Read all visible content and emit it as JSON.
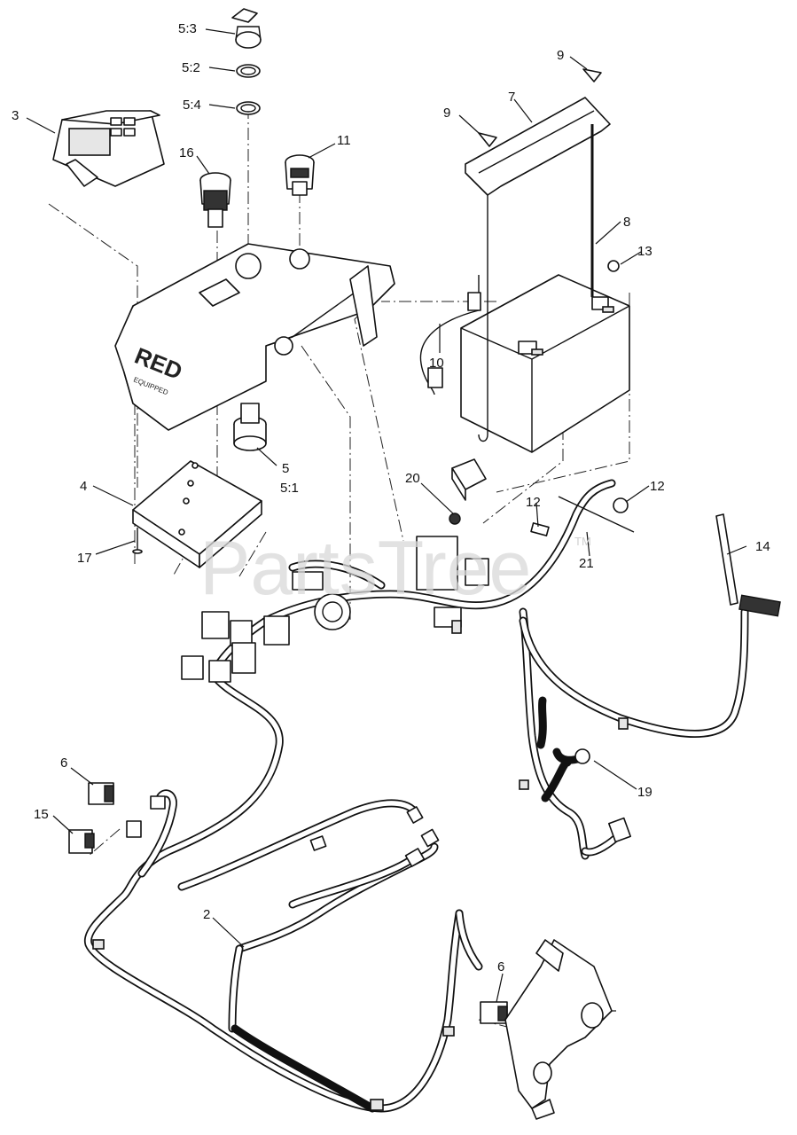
{
  "watermark": {
    "text": "PartsTree",
    "trademark": "TM"
  },
  "callouts": {
    "c5_3": "5:3",
    "c5_2": "5:2",
    "c5_4": "5:4",
    "c3": "3",
    "c16": "16",
    "c11": "11",
    "c9a": "9",
    "c9b": "9",
    "c7": "7",
    "c8": "8",
    "c13": "13",
    "c10": "10",
    "c5": "5",
    "c5_1": "5:1",
    "c4": "4",
    "c17": "17",
    "c20": "20",
    "c12a": "12",
    "c12b": "12",
    "c14": "14",
    "c21": "21",
    "c6a": "6",
    "c15": "15",
    "c19": "19",
    "c2": "2",
    "c6b": "6"
  },
  "panel_brand": {
    "line1": "RED",
    "line2": "EQUIPPED"
  }
}
